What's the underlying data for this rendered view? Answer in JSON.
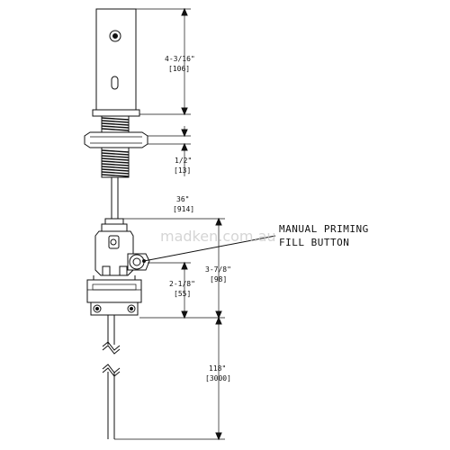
{
  "dimensions": {
    "spout_height": {
      "imperial": "4-3/16\"",
      "metric": "[106]"
    },
    "flange_thickness": {
      "imperial": "1/2\"",
      "metric": "[13]"
    },
    "supply_length": {
      "imperial": "36\"",
      "metric": "[914]"
    },
    "pump_width": {
      "imperial": "2-1/8\"",
      "metric": "[55]"
    },
    "pump_height": {
      "imperial": "3-7/8\"",
      "metric": "[98]"
    },
    "tube_length": {
      "imperial": "118\"",
      "metric": "[3000]"
    }
  },
  "callout": {
    "line1": "MANUAL PRIMING",
    "line2": "FILL BUTTON"
  },
  "watermark": "madken.com.au"
}
